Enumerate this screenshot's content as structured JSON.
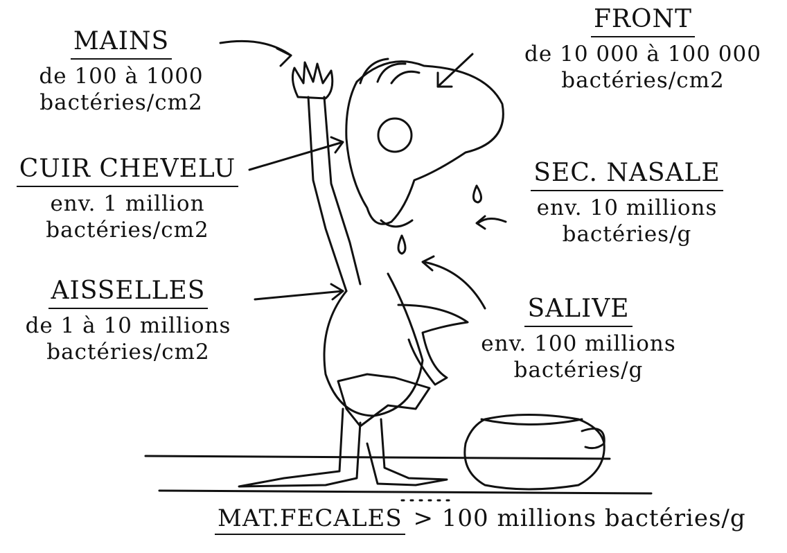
{
  "labels": {
    "mains": {
      "title": "MAINS",
      "line1": "de 100 à 1000",
      "line2": "bactéries/cm2"
    },
    "cuir": {
      "title": "CUIR CHEVELU",
      "line1": "env. 1 million",
      "line2": "bactéries/cm2"
    },
    "aisselles": {
      "title": "AISSELLES",
      "line1": "de 1 à 10 millions",
      "line2": "bactéries/cm2"
    },
    "front": {
      "title": "FRONT",
      "line1": "de 10 000 à 100 000",
      "line2": "bactéries/cm2"
    },
    "nasale": {
      "title": "SEC. NASALE",
      "line1": "env. 10 millions",
      "line2": "bactéries/g"
    },
    "salive": {
      "title": "SALIVE",
      "line1": "env. 100 millions",
      "line2": "bactéries/g"
    },
    "fecales": {
      "title": "MAT.FECALES",
      "rest": " > 100 millions bactéries/g"
    }
  },
  "colors": {
    "ink": "#111111",
    "paper": "#ffffff"
  }
}
